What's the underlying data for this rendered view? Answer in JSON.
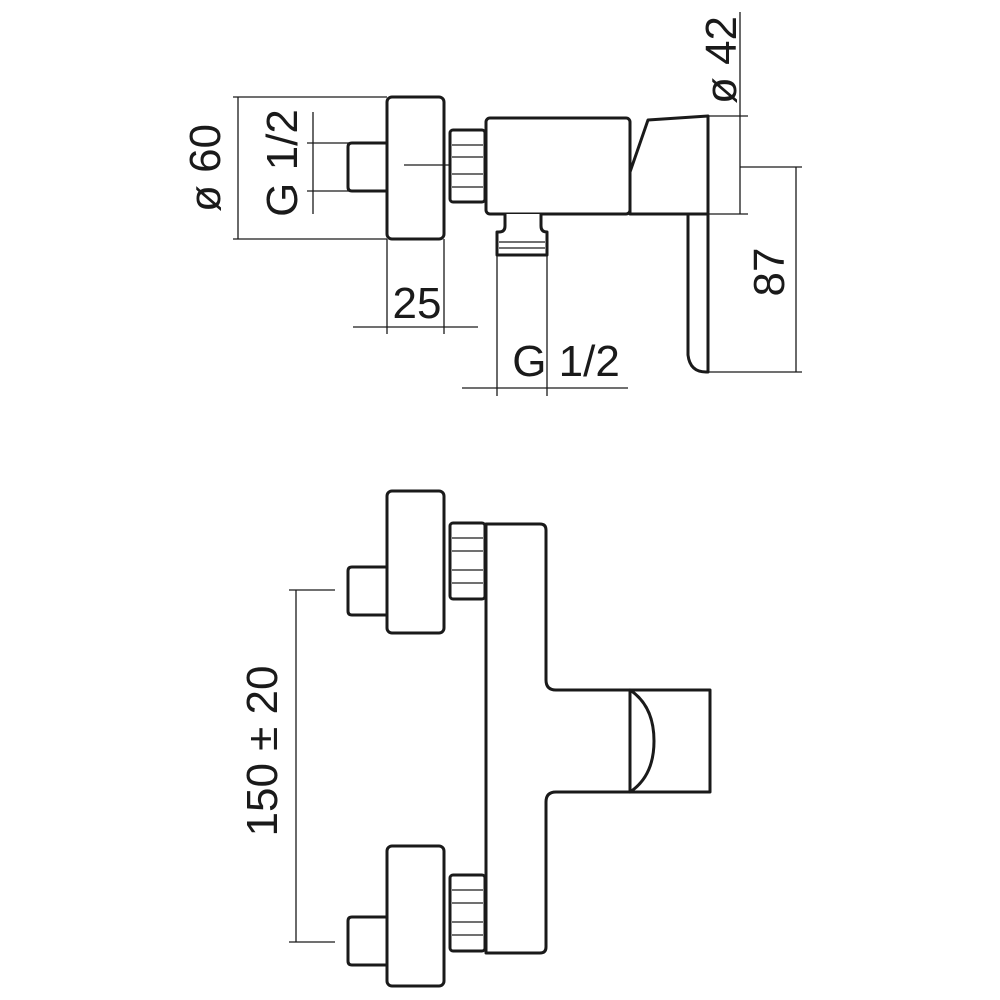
{
  "side_view": {
    "dim_outer_diameter": "ø 60",
    "dim_inlet_thread": "G 1/2",
    "dim_eccentric_depth": "25",
    "dim_outlet_thread": "G 1/2",
    "dim_body_diameter": "ø 42",
    "dim_height": "87"
  },
  "front_view": {
    "dim_inlet_spacing": "150 ± 20"
  }
}
